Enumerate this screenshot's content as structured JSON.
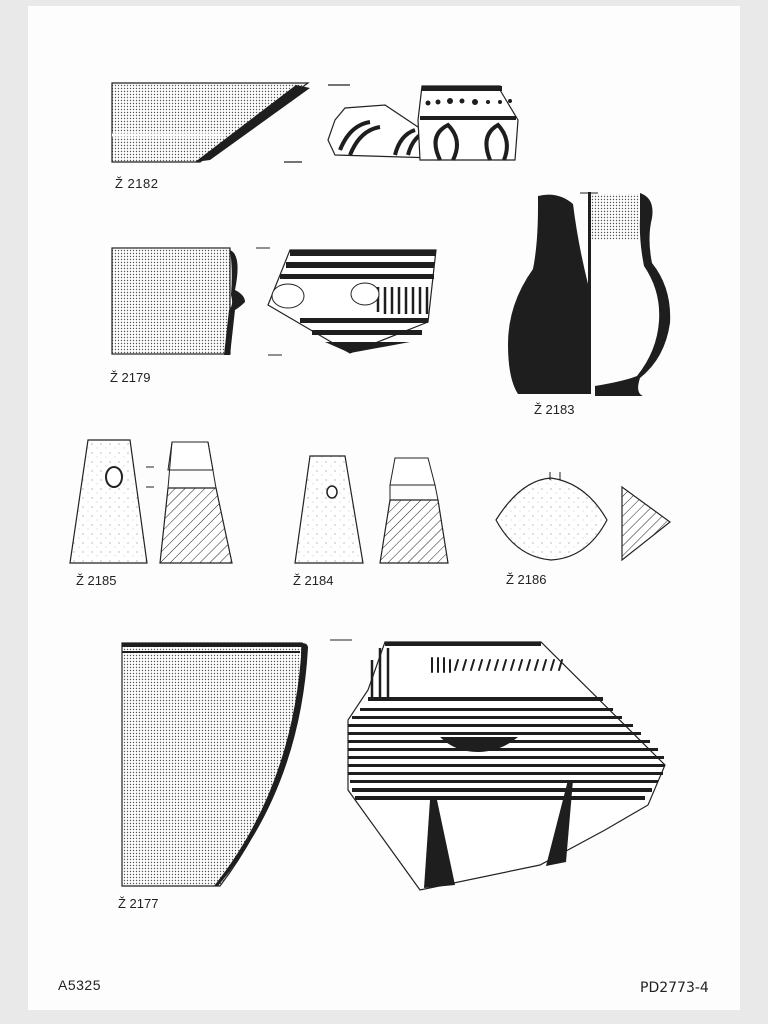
{
  "sheet": {
    "archive_number": "A5325",
    "plate_number": "PD2773-4",
    "paper_color": "#fdfdfd",
    "ink_color": "#1e1e1e"
  },
  "artifacts": [
    {
      "id": "z2182",
      "label": "Ž 2182",
      "type": "rim sherd with profile and decorated exterior (dots and arc motifs)"
    },
    {
      "id": "z2179",
      "label": "Ž 2179",
      "type": "rim sherd with profile and banded decoration"
    },
    {
      "id": "z2183",
      "label": "Ž 2183",
      "type": "jug, half exterior / half section"
    },
    {
      "id": "z2185",
      "label": "Ž 2185",
      "type": "perforated stone axe/weight, view and section"
    },
    {
      "id": "z2184",
      "label": "Ž 2184",
      "type": "perforated stone weight, view and section"
    },
    {
      "id": "z2186",
      "label": "Ž 2186",
      "type": "biconical object, view and section"
    },
    {
      "id": "z2177",
      "label": "Ž 2177",
      "type": "large bowl sherd profile and exterior with horizontal bands, zigzag and triangles"
    }
  ]
}
